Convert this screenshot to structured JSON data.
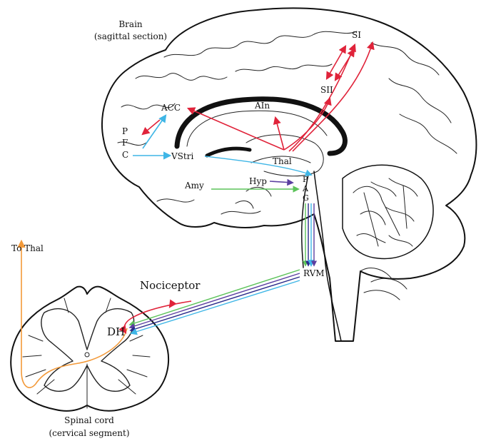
{
  "labels": {
    "brain_title": "Brain",
    "brain_subtitle": "(sagittal section)",
    "si": "SI",
    "sii": "SII",
    "acc": "ACC",
    "ain": "AIn",
    "p": "P",
    "f": "F",
    "c": "C",
    "vstri": "VStri",
    "thal": "Thal",
    "amy": "Amy",
    "hyp": "Hyp",
    "pag_p": "P",
    "pag_a": "A",
    "pag_g": "G",
    "rvm": "RVM",
    "to_thal": "To Thal",
    "nociceptor": "Nociceptor",
    "dh": "DH",
    "spinal_title": "Spinal cord",
    "spinal_subtitle": "(cervical segment)"
  },
  "colors": {
    "red": "#e0233a",
    "cyan": "#3fb6e6",
    "green": "#5cc35a",
    "purple": "#5b3fa0",
    "navy": "#2a2a8a",
    "orange": "#f39a3a",
    "outline": "#111111"
  }
}
